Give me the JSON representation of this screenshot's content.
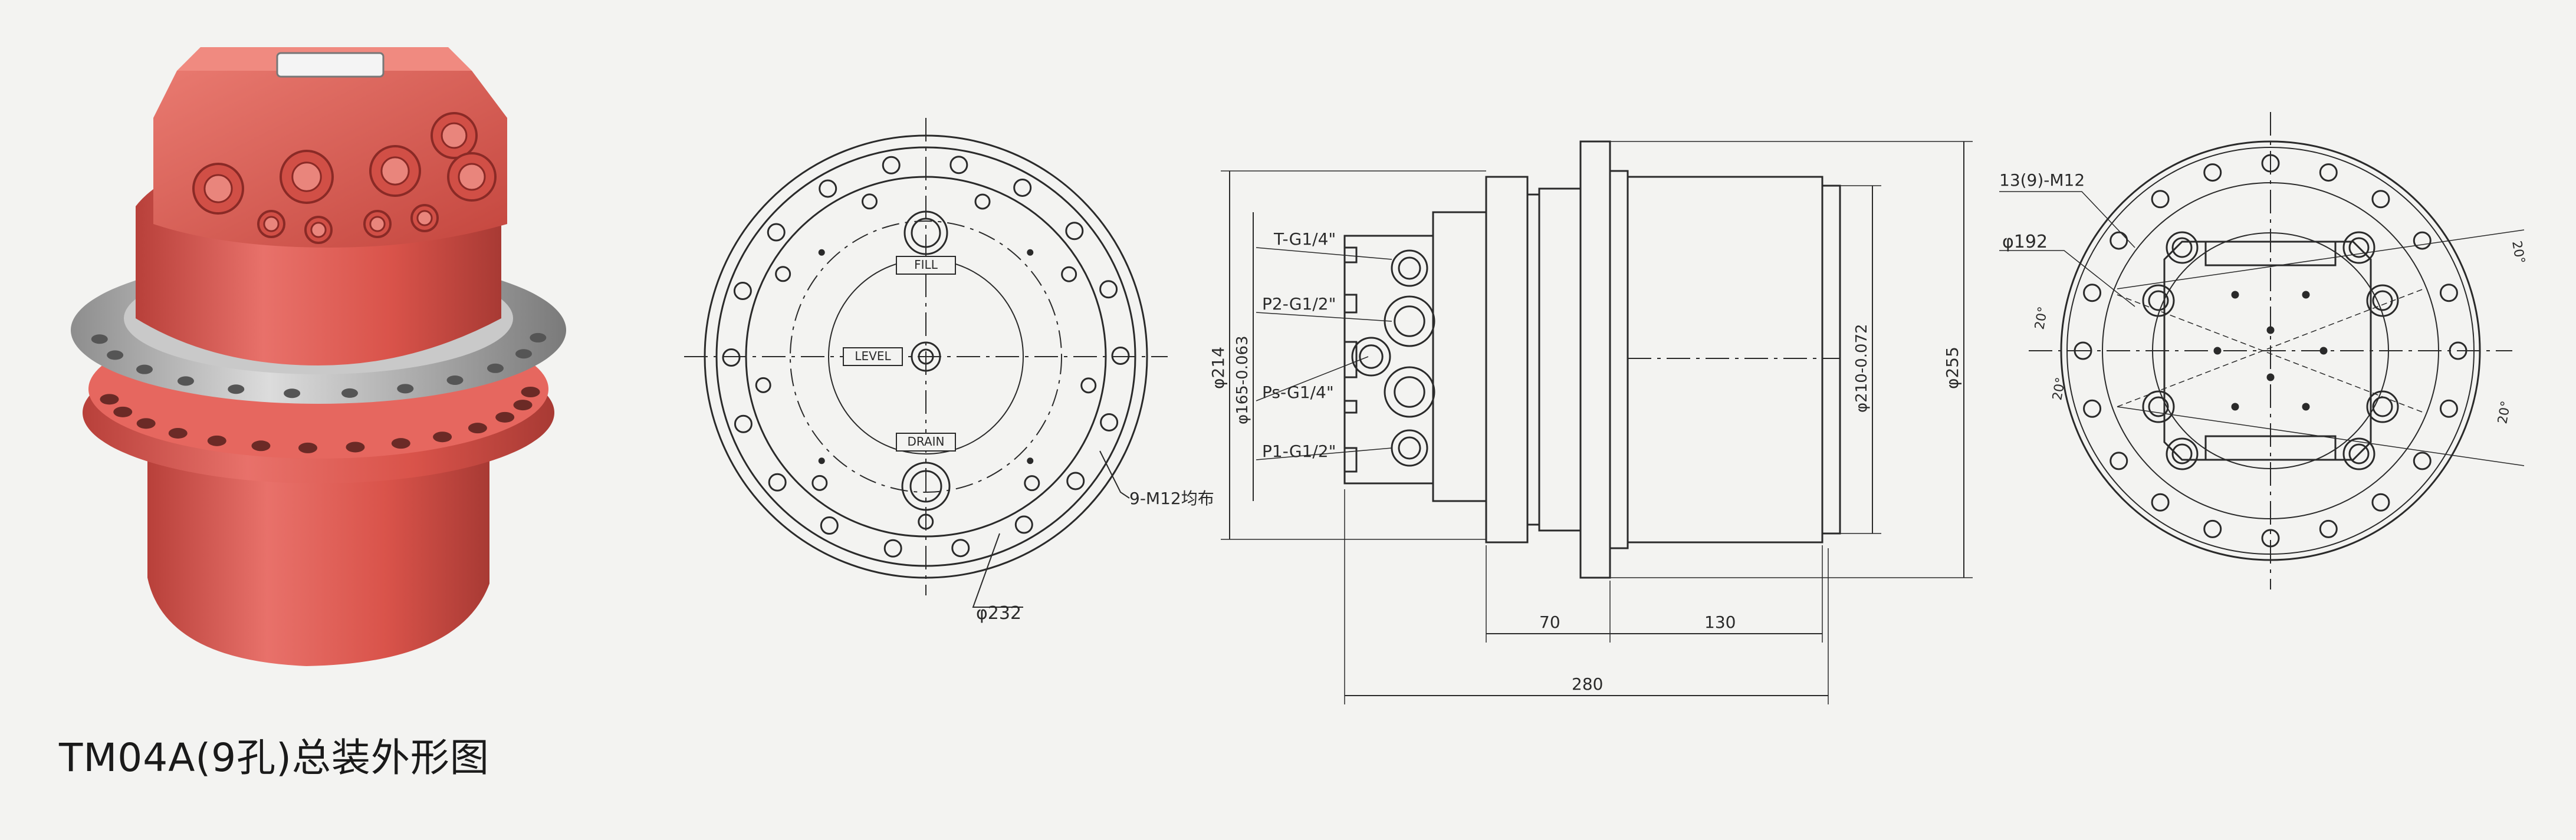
{
  "caption": "TM04A(9孔)总装外形图",
  "front_view": {
    "port_fill": "FILL",
    "port_level": "LEVEL",
    "port_drain": "DRAIN",
    "bolt_callout": "9-M12均布",
    "dia_232": "φ232"
  },
  "side_view": {
    "port_t": "T-G1/4\"",
    "port_p2": "P2-G1/2\"",
    "port_ps": "Ps-G1/4\"",
    "port_p1": "P1-G1/2\"",
    "dia_214": "φ214",
    "dia_165": "φ165-0.063",
    "dia_210": "φ210-0.072",
    "dia_255": "φ255",
    "dim_70": "70",
    "dim_130": "130",
    "dim_280": "280"
  },
  "rear_view": {
    "bolt_callout": "13(9)-M12",
    "dia_192": "φ192",
    "angle_a": "20°",
    "angle_b": "20°",
    "angle_c": "20°",
    "angle_d": "20°"
  },
  "colors": {
    "motor_red": "#d9534a",
    "ink": "#2a2a2a",
    "paper": "#f3f3f1"
  }
}
